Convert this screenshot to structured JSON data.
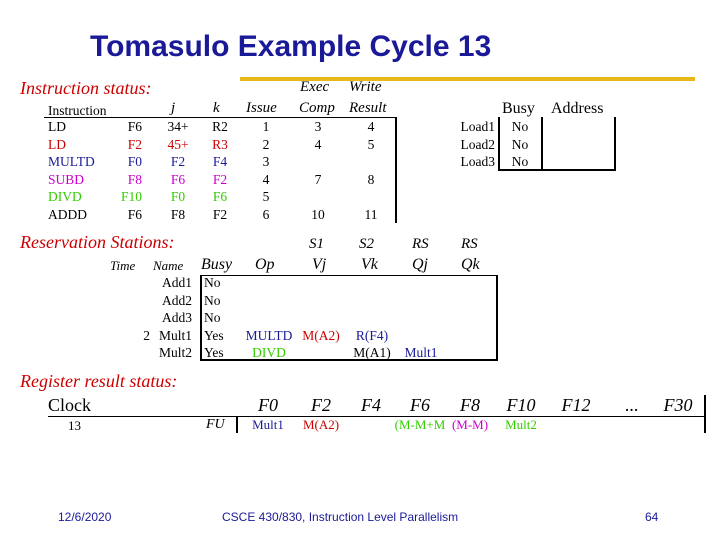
{
  "title": "Tomasulo Example Cycle 13",
  "instruction_status": {
    "section_label": "Instruction status:",
    "exec_write_top": [
      "Exec",
      "Write"
    ],
    "headers": [
      "Instruction",
      "j",
      "k",
      "Issue",
      "Comp",
      "Result"
    ],
    "rows": [
      {
        "op": "LD",
        "d": "F6",
        "j": "34+",
        "k": "R2",
        "issue": "1",
        "comp": "3",
        "result": "4",
        "color": "#000000"
      },
      {
        "op": "LD",
        "d": "F2",
        "j": "45+",
        "k": "R3",
        "issue": "2",
        "comp": "4",
        "result": "5",
        "color": "#cc0000"
      },
      {
        "op": "MULTD",
        "d": "F0",
        "j": "F2",
        "k": "F4",
        "issue": "3",
        "comp": "",
        "result": "",
        "color": "#1a1a99"
      },
      {
        "op": "SUBD",
        "d": "F8",
        "j": "F6",
        "k": "F2",
        "issue": "4",
        "comp": "7",
        "result": "8",
        "color": "#cc00cc"
      },
      {
        "op": "DIVD",
        "d": "F10",
        "j": "F0",
        "k": "F6",
        "issue": "5",
        "comp": "",
        "result": "",
        "color": "#33cc00"
      },
      {
        "op": "ADDD",
        "d": "F6",
        "j": "F8",
        "k": "F2",
        "issue": "6",
        "comp": "10",
        "result": "11",
        "color": "#000000"
      }
    ]
  },
  "load_buffers": {
    "headers": [
      "Busy",
      "Address"
    ],
    "rows": [
      {
        "name": "Load1",
        "busy": "No",
        "address": ""
      },
      {
        "name": "Load2",
        "busy": "No",
        "address": ""
      },
      {
        "name": "Load3",
        "busy": "No",
        "address": ""
      }
    ]
  },
  "reservation_stations": {
    "section_label": "Reservation Stations:",
    "top_headers": [
      "S1",
      "S2",
      "RS",
      "RS"
    ],
    "headers": [
      "Time",
      "Name",
      "Busy",
      "Op",
      "Vj",
      "Vk",
      "Qj",
      "Qk"
    ],
    "rows": [
      {
        "time": "",
        "name": "Add1",
        "busy": "No",
        "op": "",
        "vj": "",
        "vk": "",
        "qj": "",
        "qk": ""
      },
      {
        "time": "",
        "name": "Add2",
        "busy": "No",
        "op": "",
        "vj": "",
        "vk": "",
        "qj": "",
        "qk": ""
      },
      {
        "time": "",
        "name": "Add3",
        "busy": "No",
        "op": "",
        "vj": "",
        "vk": "",
        "qj": "",
        "qk": ""
      },
      {
        "time": "2",
        "name": "Mult1",
        "busy": "Yes",
        "op": "MULTD",
        "vj": "M(A2)",
        "vk": "R(F4)",
        "qj": "",
        "qk": "",
        "op_color": "#1a1a99",
        "vj_color": "#cc0000",
        "vk_color": "#1a1a99"
      },
      {
        "time": "",
        "name": "Mult2",
        "busy": "Yes",
        "op": "DIVD",
        "vj": "",
        "vk": "M(A1)",
        "qj": "Mult1",
        "qk": "",
        "op_color": "#33cc00",
        "vk_color": "#000000",
        "qj_color": "#1a1a99"
      }
    ]
  },
  "register_status": {
    "section_label": "Register result status:",
    "clock_label": "Clock",
    "clock_value": "13",
    "fu_label": "FU",
    "registers": [
      "F0",
      "F2",
      "F4",
      "F6",
      "F8",
      "F10",
      "F12",
      "...",
      "F30"
    ],
    "values": [
      {
        "text": "Mult1",
        "color": "#1a1a99"
      },
      {
        "text": "M(A2)",
        "color": "#cc0000"
      },
      {
        "text": "",
        "color": "#000000"
      },
      {
        "text": "(M-M+M",
        "color": "#33cc00"
      },
      {
        "text": "(M-M)",
        "color": "#cc00cc"
      },
      {
        "text": "Mult2",
        "color": "#33cc00"
      },
      {
        "text": "",
        "color": "#000000"
      },
      {
        "text": "",
        "color": "#000000"
      },
      {
        "text": "",
        "color": "#000000"
      }
    ]
  },
  "footer": {
    "date": "12/6/2020",
    "course": "CSCE 430/830, Instruction Level Parallelism",
    "page": "64"
  }
}
